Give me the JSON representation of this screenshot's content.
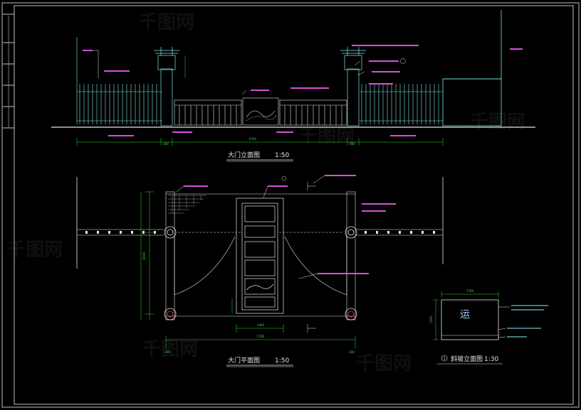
{
  "drawing": {
    "elevation_title": "大门立面图",
    "elevation_scale": "1:50",
    "plan_title": "大门平面图",
    "plan_scale": "1:50",
    "detail_title": "斜坡立面图",
    "detail_scale": "1:30",
    "detail_marker": "1",
    "detail_glyph": "运",
    "detail_width": "1760",
    "detail_height": "1200",
    "plan_width": "5700",
    "plan_inner_width": "3400",
    "plan_depth": "8500",
    "elevation_total": "6700",
    "post_offset": "300"
  },
  "watermark": {
    "text": "千图网"
  },
  "colors": {
    "background": "#000000",
    "frame": "#bfbfbf",
    "geometry": "#7fe9e9",
    "dimension": "#2ee02e",
    "leader": "#d84fd8",
    "outline": "#e6e6e6",
    "accent": "#ff3b3b"
  }
}
